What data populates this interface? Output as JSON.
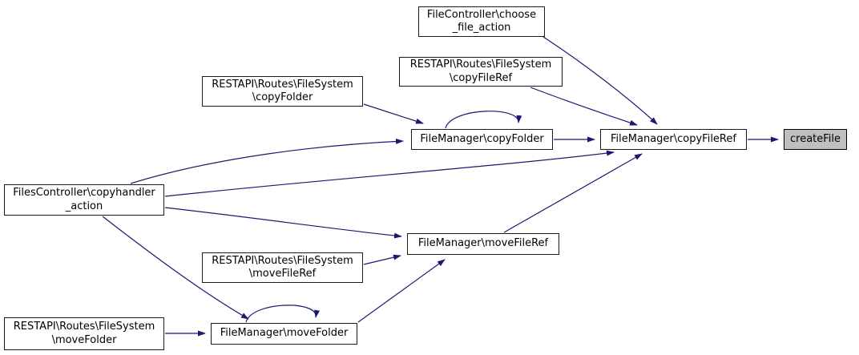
{
  "diagram": {
    "kind": "doxygen-caller-graph",
    "background_color": "#ffffff",
    "edge_color": "#191970",
    "node_fill": "#ffffff",
    "node_border_color": "#1a1a1a",
    "highlight_node_fill": "#bfbfbf",
    "text_color": "#000000"
  },
  "nodes": [
    {
      "id": "file-controller-choose-file-action",
      "lines": [
        "FileController\\choose",
        "_file_action"
      ],
      "highlighted": false
    },
    {
      "id": "restapi-routes-filesystem-copyfileref",
      "lines": [
        "RESTAPI\\Routes\\FileSystem",
        "\\copyFileRef"
      ],
      "highlighted": false
    },
    {
      "id": "restapi-routes-filesystem-copyfolder",
      "lines": [
        "RESTAPI\\Routes\\FileSystem",
        "\\copyFolder"
      ],
      "highlighted": false
    },
    {
      "id": "filemanager-copyfolder",
      "lines": [
        "FileManager\\copyFolder"
      ],
      "highlighted": false
    },
    {
      "id": "filemanager-copyfileref",
      "lines": [
        "FileManager\\copyFileRef"
      ],
      "highlighted": false
    },
    {
      "id": "createfile",
      "lines": [
        "createFile"
      ],
      "highlighted": true
    },
    {
      "id": "filescontroller-copyhandler-action",
      "lines": [
        "FilesController\\copyhandler",
        "_action"
      ],
      "highlighted": false
    },
    {
      "id": "filemanager-movefileref",
      "lines": [
        "FileManager\\moveFileRef"
      ],
      "highlighted": false
    },
    {
      "id": "restapi-routes-filesystem-movefileref",
      "lines": [
        "RESTAPI\\Routes\\FileSystem",
        "\\moveFileRef"
      ],
      "highlighted": false
    },
    {
      "id": "restapi-routes-filesystem-movefolder",
      "lines": [
        "RESTAPI\\Routes\\FileSystem",
        "\\moveFolder"
      ],
      "highlighted": false
    },
    {
      "id": "filemanager-movefolder",
      "lines": [
        "FileManager\\moveFolder"
      ],
      "highlighted": false
    }
  ],
  "edges": [
    {
      "from": "file-controller-choose-file-action",
      "to": "filemanager-copyfileref"
    },
    {
      "from": "restapi-routes-filesystem-copyfileref",
      "to": "filemanager-copyfileref"
    },
    {
      "from": "restapi-routes-filesystem-copyfolder",
      "to": "filemanager-copyfolder"
    },
    {
      "from": "filescontroller-copyhandler-action",
      "to": "filemanager-copyfolder"
    },
    {
      "from": "filescontroller-copyhandler-action",
      "to": "filemanager-copyfileref"
    },
    {
      "from": "filescontroller-copyhandler-action",
      "to": "filemanager-movefileref"
    },
    {
      "from": "filescontroller-copyhandler-action",
      "to": "filemanager-movefolder"
    },
    {
      "from": "filemanager-copyfolder",
      "to": "filemanager-copyfolder"
    },
    {
      "from": "filemanager-copyfolder",
      "to": "filemanager-copyfileref"
    },
    {
      "from": "filemanager-copyfileref",
      "to": "createfile"
    },
    {
      "from": "filemanager-movefileref",
      "to": "filemanager-copyfileref"
    },
    {
      "from": "restapi-routes-filesystem-movefileref",
      "to": "filemanager-movefileref"
    },
    {
      "from": "restapi-routes-filesystem-movefolder",
      "to": "filemanager-movefolder"
    },
    {
      "from": "filemanager-movefolder",
      "to": "filemanager-movefolder"
    },
    {
      "from": "filemanager-movefolder",
      "to": "filemanager-movefileref"
    }
  ]
}
